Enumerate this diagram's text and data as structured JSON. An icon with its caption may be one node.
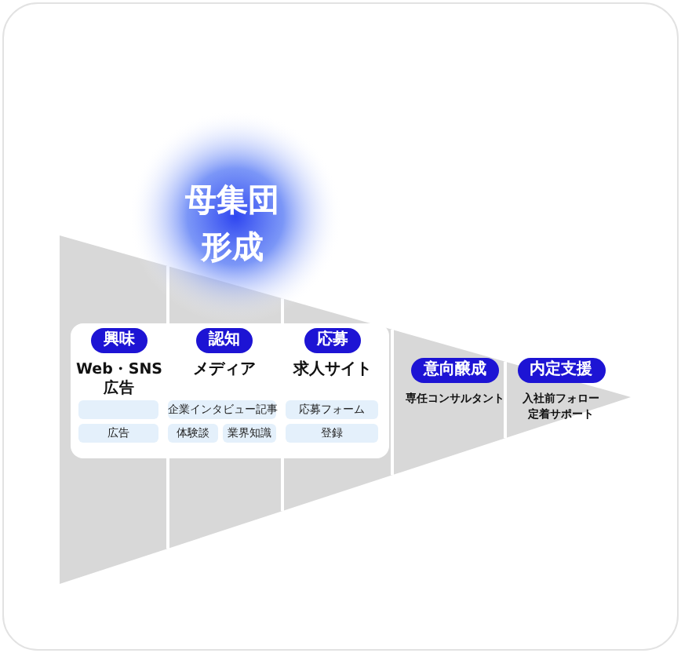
{
  "diagram": {
    "title": "母集団形成",
    "nodes": [
      {
        "text": [],
        "shape": "box"
      },
      {
        "text": [
          "興味",
          "Web・SNS 広告"
        ],
        "in": 0
      },
      {
        "text": [
          "認知",
          "メディア"
        ],
        "in": 0
      },
      {
        "text": [
          "応募",
          "求人サイト"
        ],
        "in": 0
      },
      {
        "text": [
          "意向醸成",
          "専任コンサルタント"
        ]
      },
      {
        "text": [
          "内定支援",
          "入社前フォロー定着サポート"
        ]
      },
      {
        "text": [],
        "shape": "box",
        "in": 0
      },
      {
        "text": [
          "企業インタビュー記事"
        ],
        "in": 0
      },
      {
        "text": [
          "応募フォーム"
        ],
        "in": 0
      },
      {
        "text": [
          "広告"
        ],
        "in": 0
      },
      {
        "text": [
          "体験談"
        ],
        "in": 0
      },
      {
        "text": [
          "業界知識"
        ],
        "in": 0
      },
      {
        "text": [
          "登録"
        ],
        "in": 0
      }
    ]
  }
}
